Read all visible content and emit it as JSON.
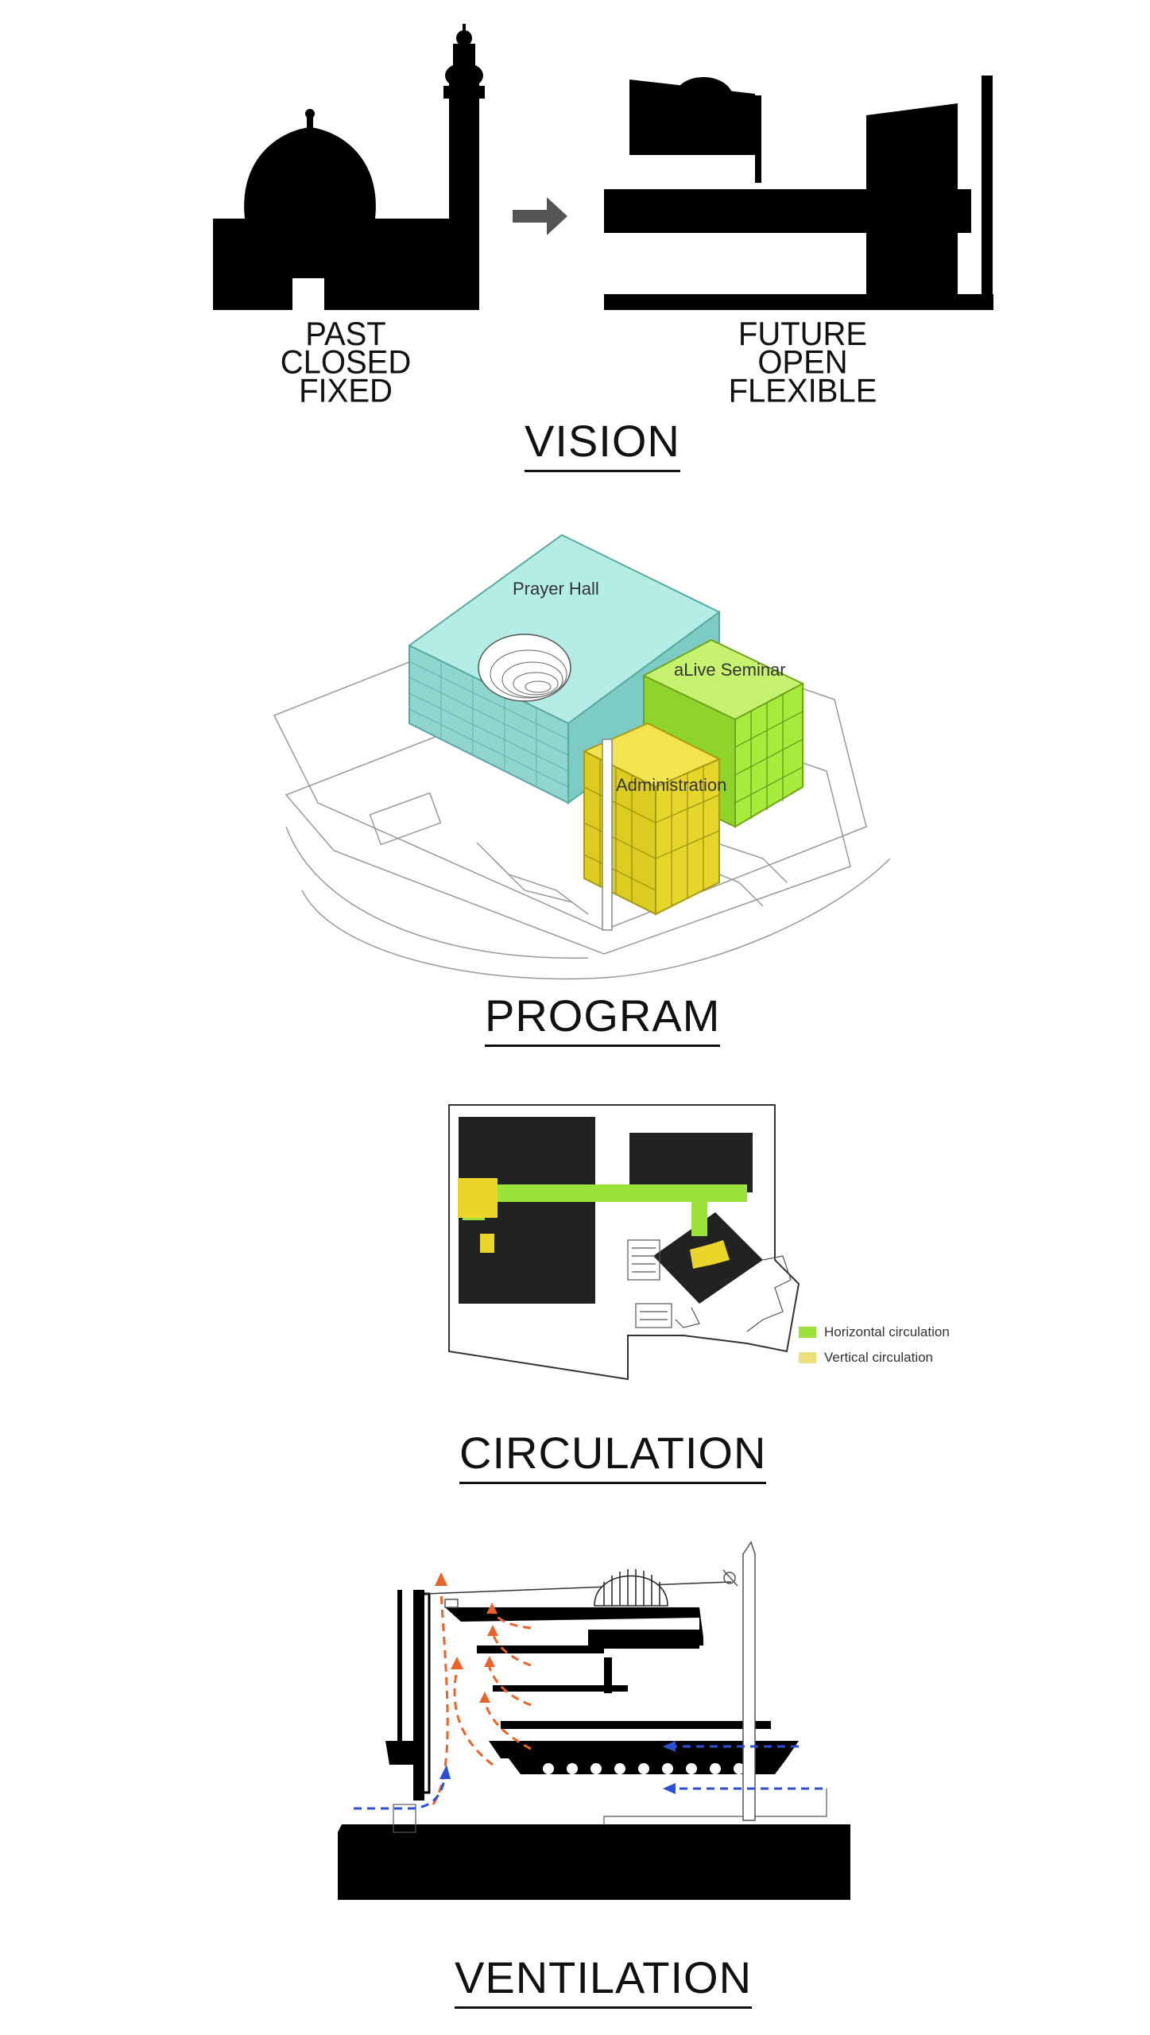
{
  "vision": {
    "past_labels": [
      "PAST",
      "CLOSED",
      "FIXED"
    ],
    "future_labels": [
      "FUTURE",
      "OPEN",
      "FLEXIBLE"
    ],
    "title": "VISION"
  },
  "program": {
    "labels": {
      "prayer_hall": "Prayer Hall",
      "seminar": "aLive Seminar",
      "administration": "Administration"
    },
    "colors": {
      "prayer_hall": "#9fe3dd",
      "seminar": "#a6ec3c",
      "administration": "#ecdc2c"
    },
    "title": "PROGRAM"
  },
  "circulation": {
    "legend": [
      {
        "label": "Horizontal circulation",
        "color": "#9be23b"
      },
      {
        "label": "Vertical circulation",
        "color": "#ebe07a"
      }
    ],
    "title": "CIRCULATION"
  },
  "ventilation": {
    "colors": {
      "warm_air": "#e8642a",
      "cool_air": "#2b4fd6"
    },
    "title": "VENTILATION"
  }
}
